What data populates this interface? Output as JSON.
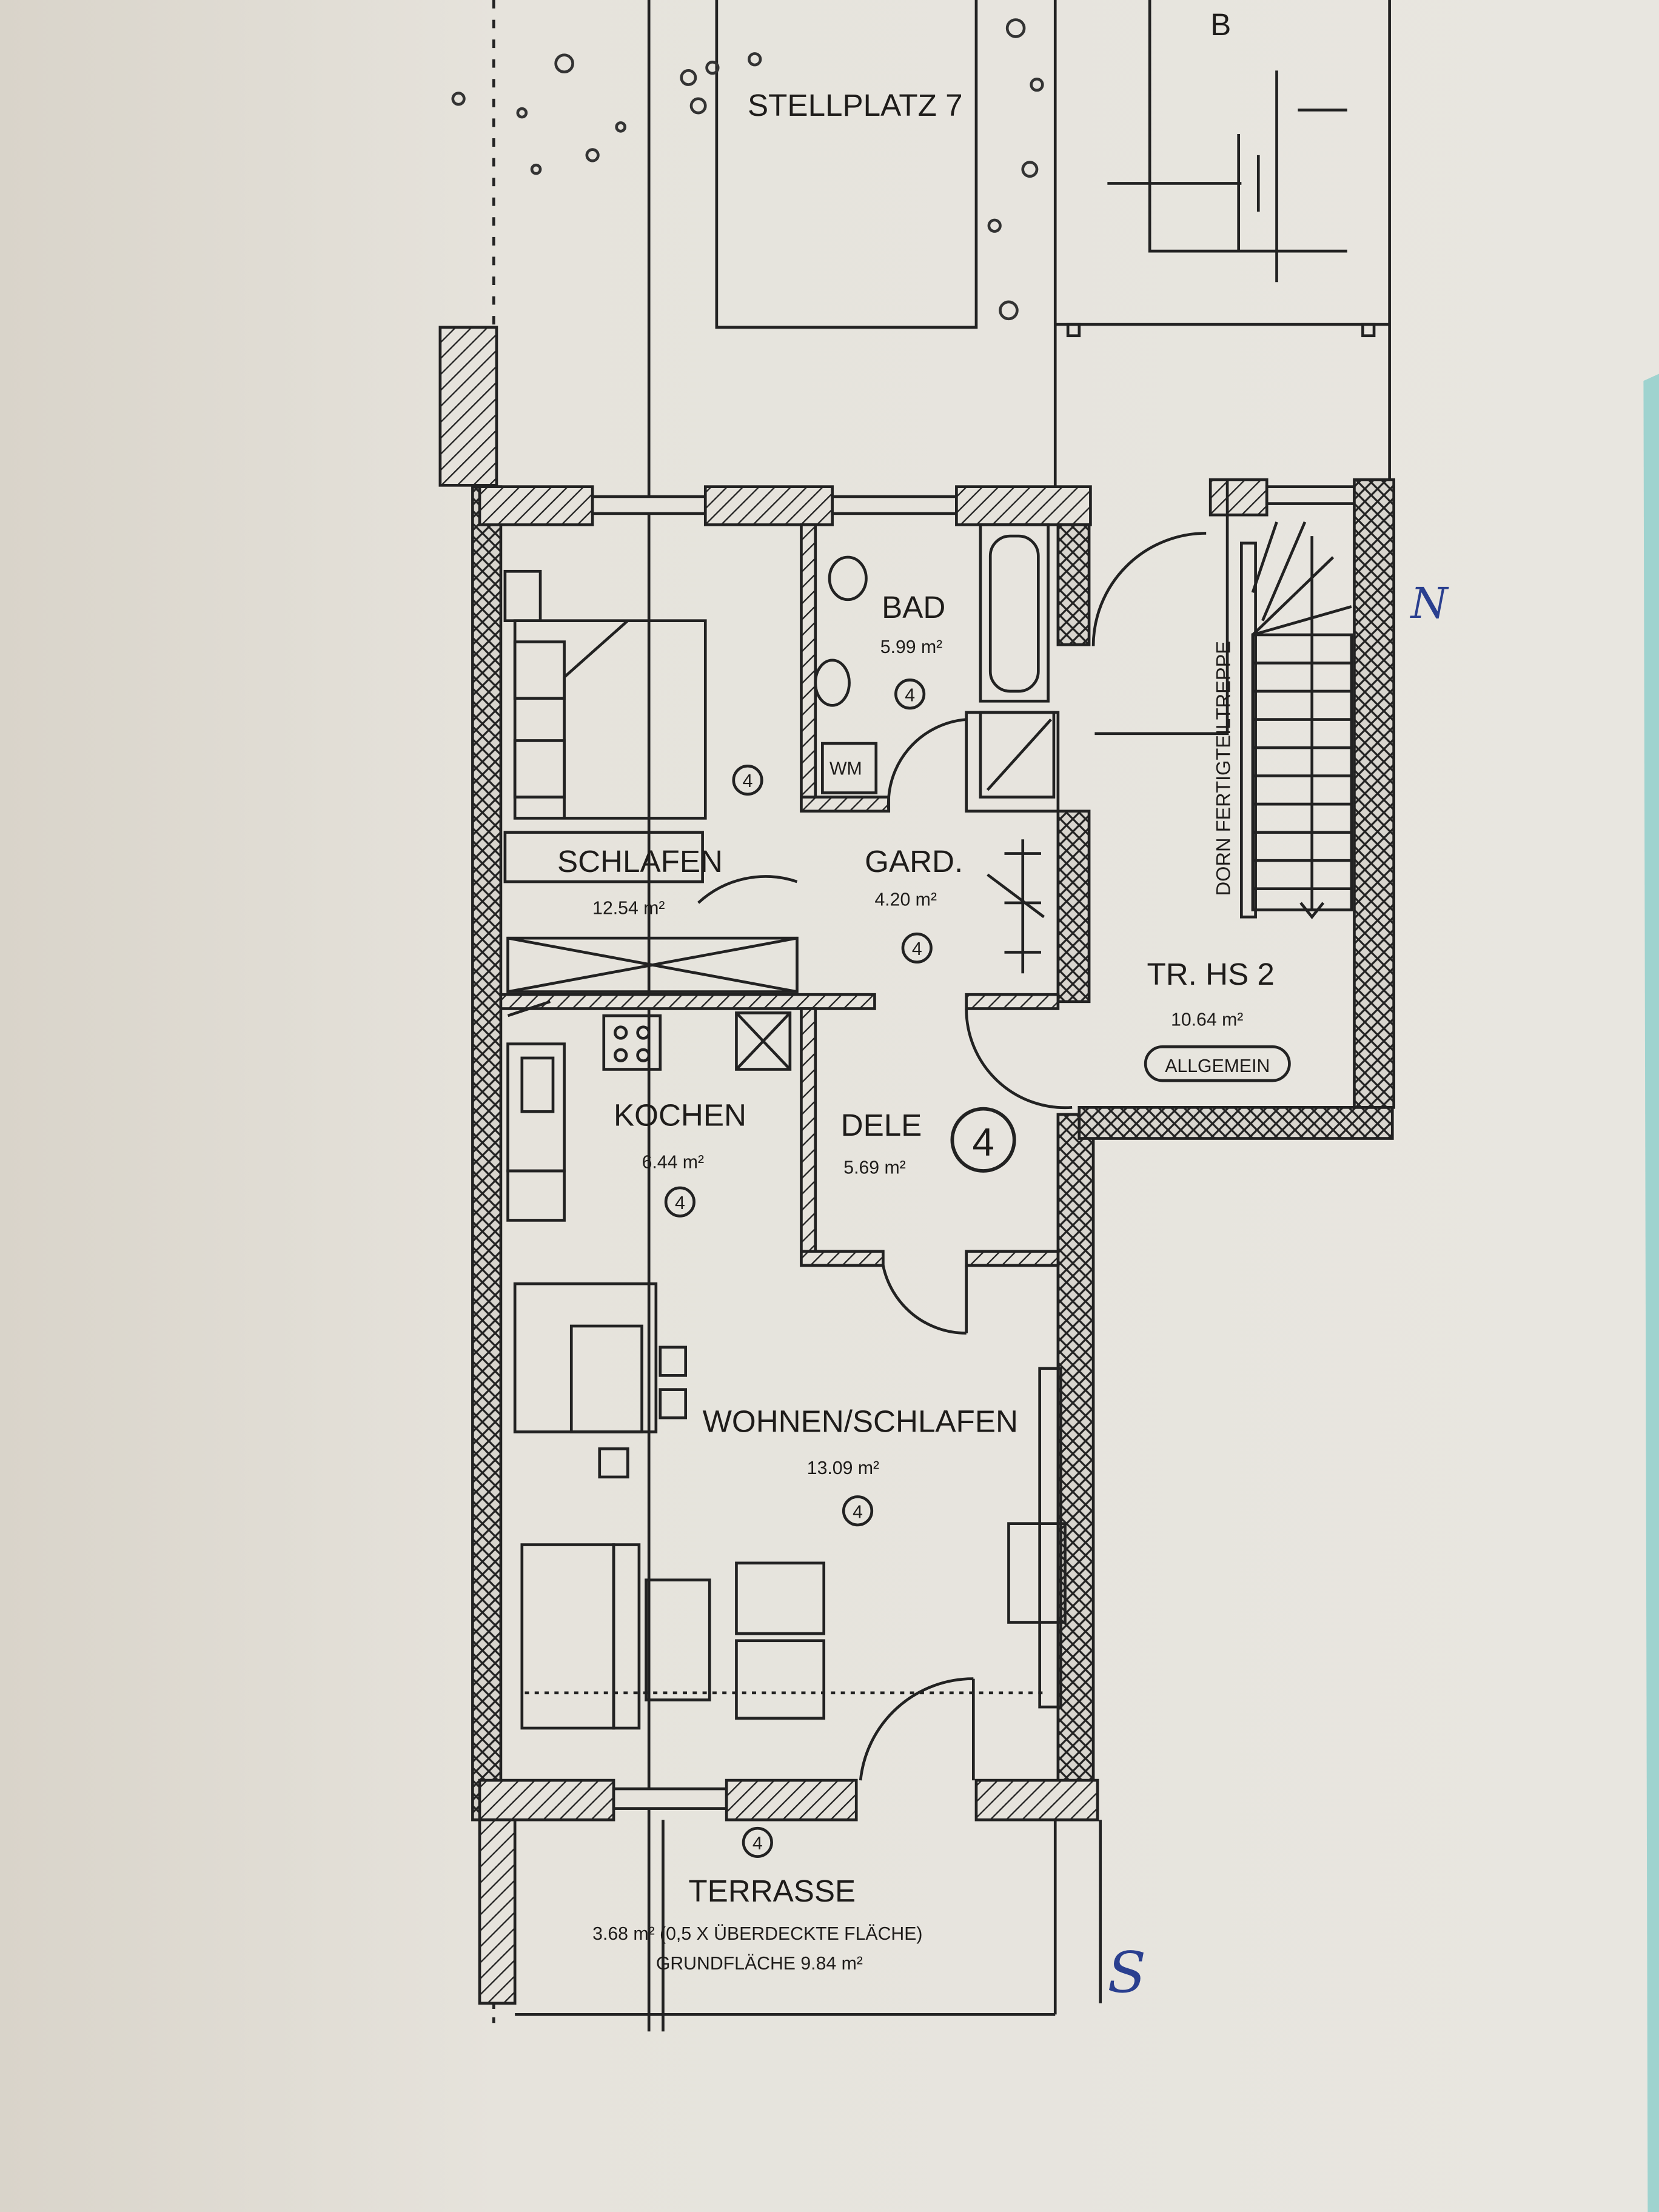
{
  "title": "Grundriss Wohnung 4",
  "colors": {
    "paper": "#e6e3dc",
    "ink": "#1e1c1a",
    "pen": "#2a3f8f",
    "edge": "#9fd3cf"
  },
  "parking": {
    "label": "STELLPLATZ 7",
    "marker": "B"
  },
  "rooms": {
    "bad": {
      "name": "BAD",
      "area": "5.99 m²",
      "unit": "4",
      "extra": "WM"
    },
    "schlafen": {
      "name": "SCHLAFEN",
      "area": "12.54 m²",
      "unit": "4"
    },
    "gard": {
      "name": "GARD.",
      "area": "4.20 m²",
      "unit": "4"
    },
    "kochen": {
      "name": "KOCHEN",
      "area": "6.44 m²",
      "unit": "4"
    },
    "dele": {
      "name": "DELE",
      "area": "5.69 m²",
      "unit": "4"
    },
    "wohnen": {
      "name": "WOHNEN/SCHLAFEN",
      "area": "13.09 m²",
      "unit": "4"
    },
    "treppenhaus": {
      "name": "TR. HS 2",
      "area": "10.64 m²",
      "tag": "ALLGEMEIN",
      "stair": "DORN FERTIGTEILTREPPE"
    },
    "terrasse": {
      "name": "TERRASSE",
      "unit": "4",
      "area": "3.68 m² (0,5 X ÜBERDECKTE FLÄCHE)",
      "base": "GRUNDFLÄCHE 9.84 m²"
    }
  },
  "compass": {
    "north": "N",
    "south": "S"
  }
}
